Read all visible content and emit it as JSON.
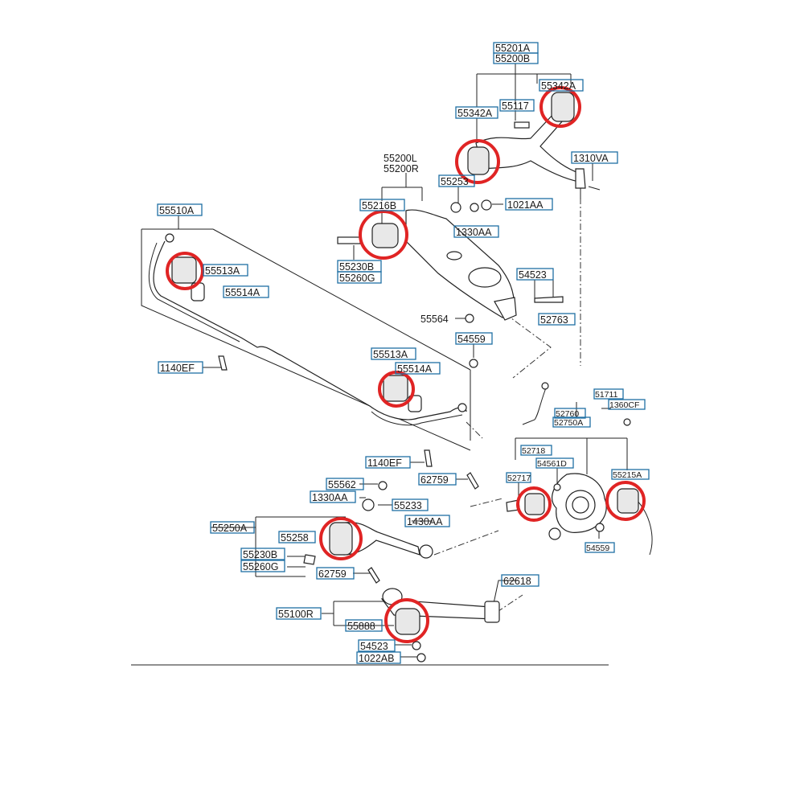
{
  "part_labels": [
    "55201A",
    "55200B",
    "55342A",
    "55117",
    "55342A",
    "1310VA",
    "55200L",
    "55200R",
    "55253",
    "1021AA",
    "1330AA",
    "55216B",
    "55510A",
    "55513A",
    "55514A",
    "55230B",
    "55260G",
    "54523",
    "55564",
    "52763",
    "1140EF",
    "54559",
    "55513A",
    "55514A",
    "1140EF",
    "62759",
    "55562",
    "1330AA",
    "55233",
    "1430AA",
    "55250A",
    "55258",
    "55230B",
    "55260G",
    "62759",
    "62618",
    "55100R",
    "55888",
    "54523",
    "1022AB",
    "51711",
    "1360CF",
    "52760",
    "52750A",
    "52718",
    "54561D",
    "52717",
    "55215A",
    "54559"
  ],
  "colors": {
    "callout_box": "#1f6fa3",
    "highlight_ring": "#e02424",
    "line": "#222222"
  }
}
